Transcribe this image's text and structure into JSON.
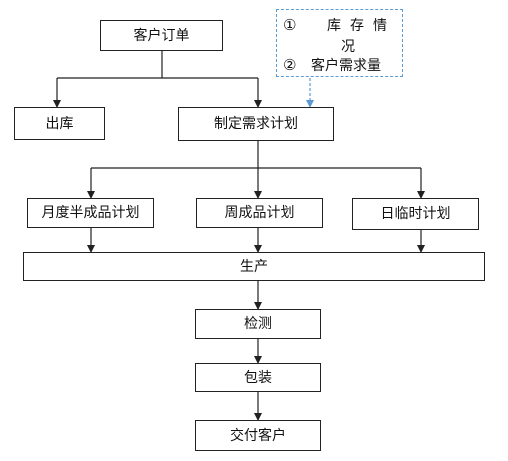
{
  "flowchart": {
    "order": "客户订单",
    "outbound": "出库",
    "plan": "制定需求计划",
    "monthly_plan": "月度半成品计划",
    "weekly_plan": "周成品计划",
    "daily_plan": "日临时计划",
    "production": "生产",
    "inspection": "检测",
    "packaging": "包装",
    "delivery": "交付客户"
  },
  "note": {
    "item1_number": "①",
    "item1_line1": "库存情",
    "item1_line2": "况",
    "item2_number": "②",
    "item2_text": "客户需求量"
  },
  "colors": {
    "line": "#222222",
    "note_border": "#5b9bd5"
  }
}
